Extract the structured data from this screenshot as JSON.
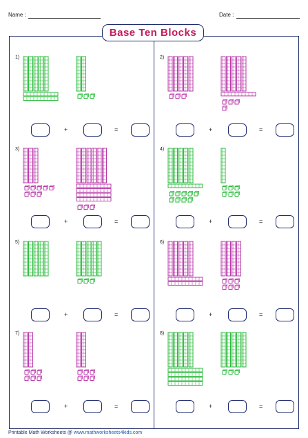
{
  "header": {
    "name_label": "Name :",
    "date_label": "Date :"
  },
  "title": "Base Ten Blocks",
  "colors": {
    "green": "#2bbb3c",
    "purple": "#b93aaa",
    "frame": "#1f2c6c",
    "title": "#c21b5c"
  },
  "operators": {
    "plus": "+",
    "equals": "="
  },
  "problems": [
    {
      "label": "1)",
      "color": "green",
      "a": {
        "rods": 5,
        "flats": 2,
        "cubes": 0
      },
      "b": {
        "rods": 2,
        "flats": 0,
        "cubes": 3
      }
    },
    {
      "label": "2)",
      "color": "purple",
      "a": {
        "rods": 5,
        "flats": 0,
        "cubes": 3
      },
      "b": {
        "rods": 5,
        "flats": 1,
        "cubes": 4
      }
    },
    {
      "label": "3)",
      "color": "purple",
      "a": {
        "rods": 3,
        "flats": 0,
        "cubes": 8
      },
      "b": {
        "rods": 6,
        "flats": 4,
        "cubes": 3
      }
    },
    {
      "label": "4)",
      "color": "green",
      "a": {
        "rods": 5,
        "flats": 1,
        "cubes": 9
      },
      "b": {
        "rods": 1,
        "flats": 0,
        "cubes": 6
      }
    },
    {
      "label": "5)",
      "color": "green",
      "a": {
        "rods": 5,
        "flats": 0,
        "cubes": 0
      },
      "b": {
        "rods": 5,
        "flats": 0,
        "cubes": 3
      }
    },
    {
      "label": "6)",
      "color": "purple",
      "a": {
        "rods": 5,
        "flats": 2,
        "cubes": 0
      },
      "b": {
        "rods": 4,
        "flats": 0,
        "cubes": 6
      }
    },
    {
      "label": "7)",
      "color": "purple",
      "a": {
        "rods": 2,
        "flats": 0,
        "cubes": 6
      },
      "b": {
        "rods": 2,
        "flats": 0,
        "cubes": 6
      }
    },
    {
      "label": "8)",
      "color": "green",
      "a": {
        "rods": 5,
        "flats": 4,
        "cubes": 0
      },
      "b": {
        "rods": 5,
        "flats": 0,
        "cubes": 3
      }
    }
  ],
  "footer": {
    "prefix": "Printable Math Worksheets @",
    "url": "www.mathworksheets4kids.com"
  }
}
